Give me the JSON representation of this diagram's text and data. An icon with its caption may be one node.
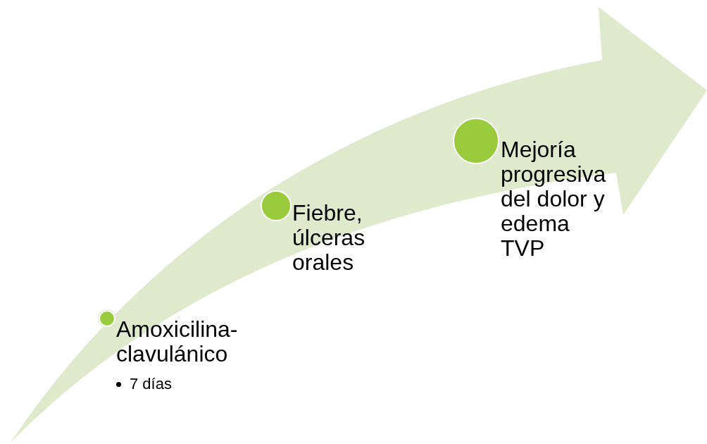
{
  "diagram": {
    "nodes": [
      {
        "text": [
          "Amoxicilina-clavulánico",
          "7 días"
        ]
      },
      {
        "text": [
          "Fiebre, úlceras orales"
        ]
      },
      {
        "text": [
          "Mejoría progresiva del dolor y edema TVP"
        ]
      }
    ]
  }
}
